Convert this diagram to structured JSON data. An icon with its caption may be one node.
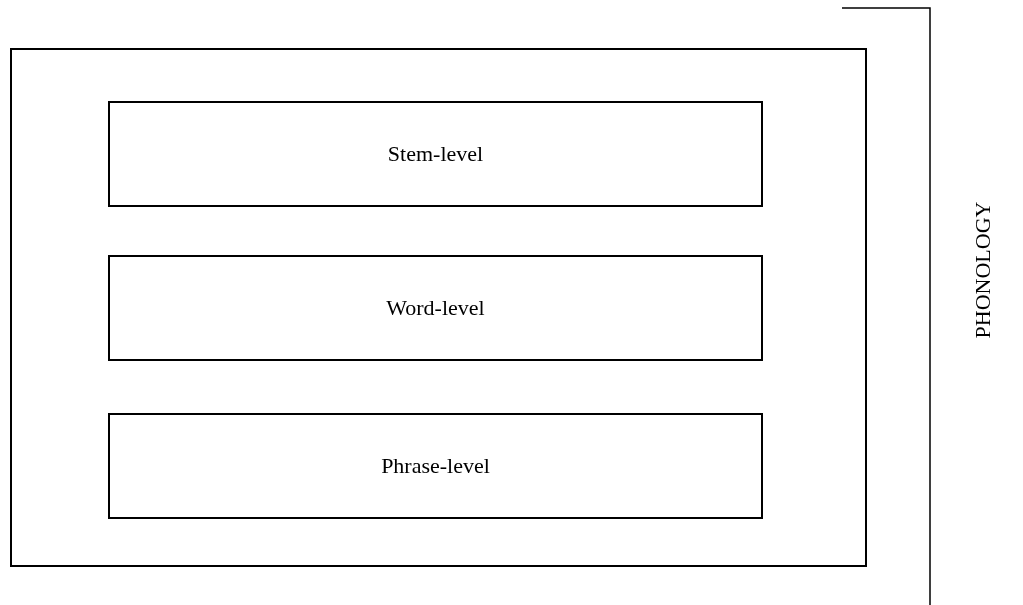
{
  "diagram": {
    "nodes": [
      {
        "text": [],
        "shape": "box"
      },
      {
        "text": [
          "Stem-level"
        ],
        "in": 0
      },
      {
        "text": [
          "Word-level"
        ],
        "in": 0
      },
      {
        "text": [
          "Phrase-level"
        ],
        "in": 0
      }
    ],
    "edges": [],
    "labels": [
      "PHONOLOGY"
    ]
  }
}
